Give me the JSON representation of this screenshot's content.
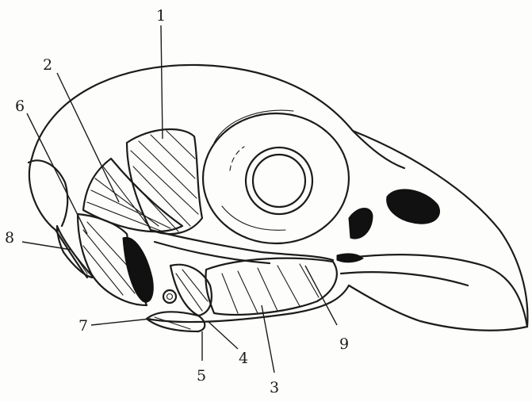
{
  "diagram": {
    "labels": [
      {
        "id": "label-1",
        "text": "1"
      },
      {
        "id": "label-2",
        "text": "2"
      },
      {
        "id": "label-3",
        "text": "3"
      },
      {
        "id": "label-4",
        "text": "4"
      },
      {
        "id": "label-5",
        "text": "5"
      },
      {
        "id": "label-6",
        "text": "6"
      },
      {
        "id": "label-7",
        "text": "7"
      },
      {
        "id": "label-8",
        "text": "8"
      },
      {
        "id": "label-9",
        "text": "9"
      }
    ]
  }
}
